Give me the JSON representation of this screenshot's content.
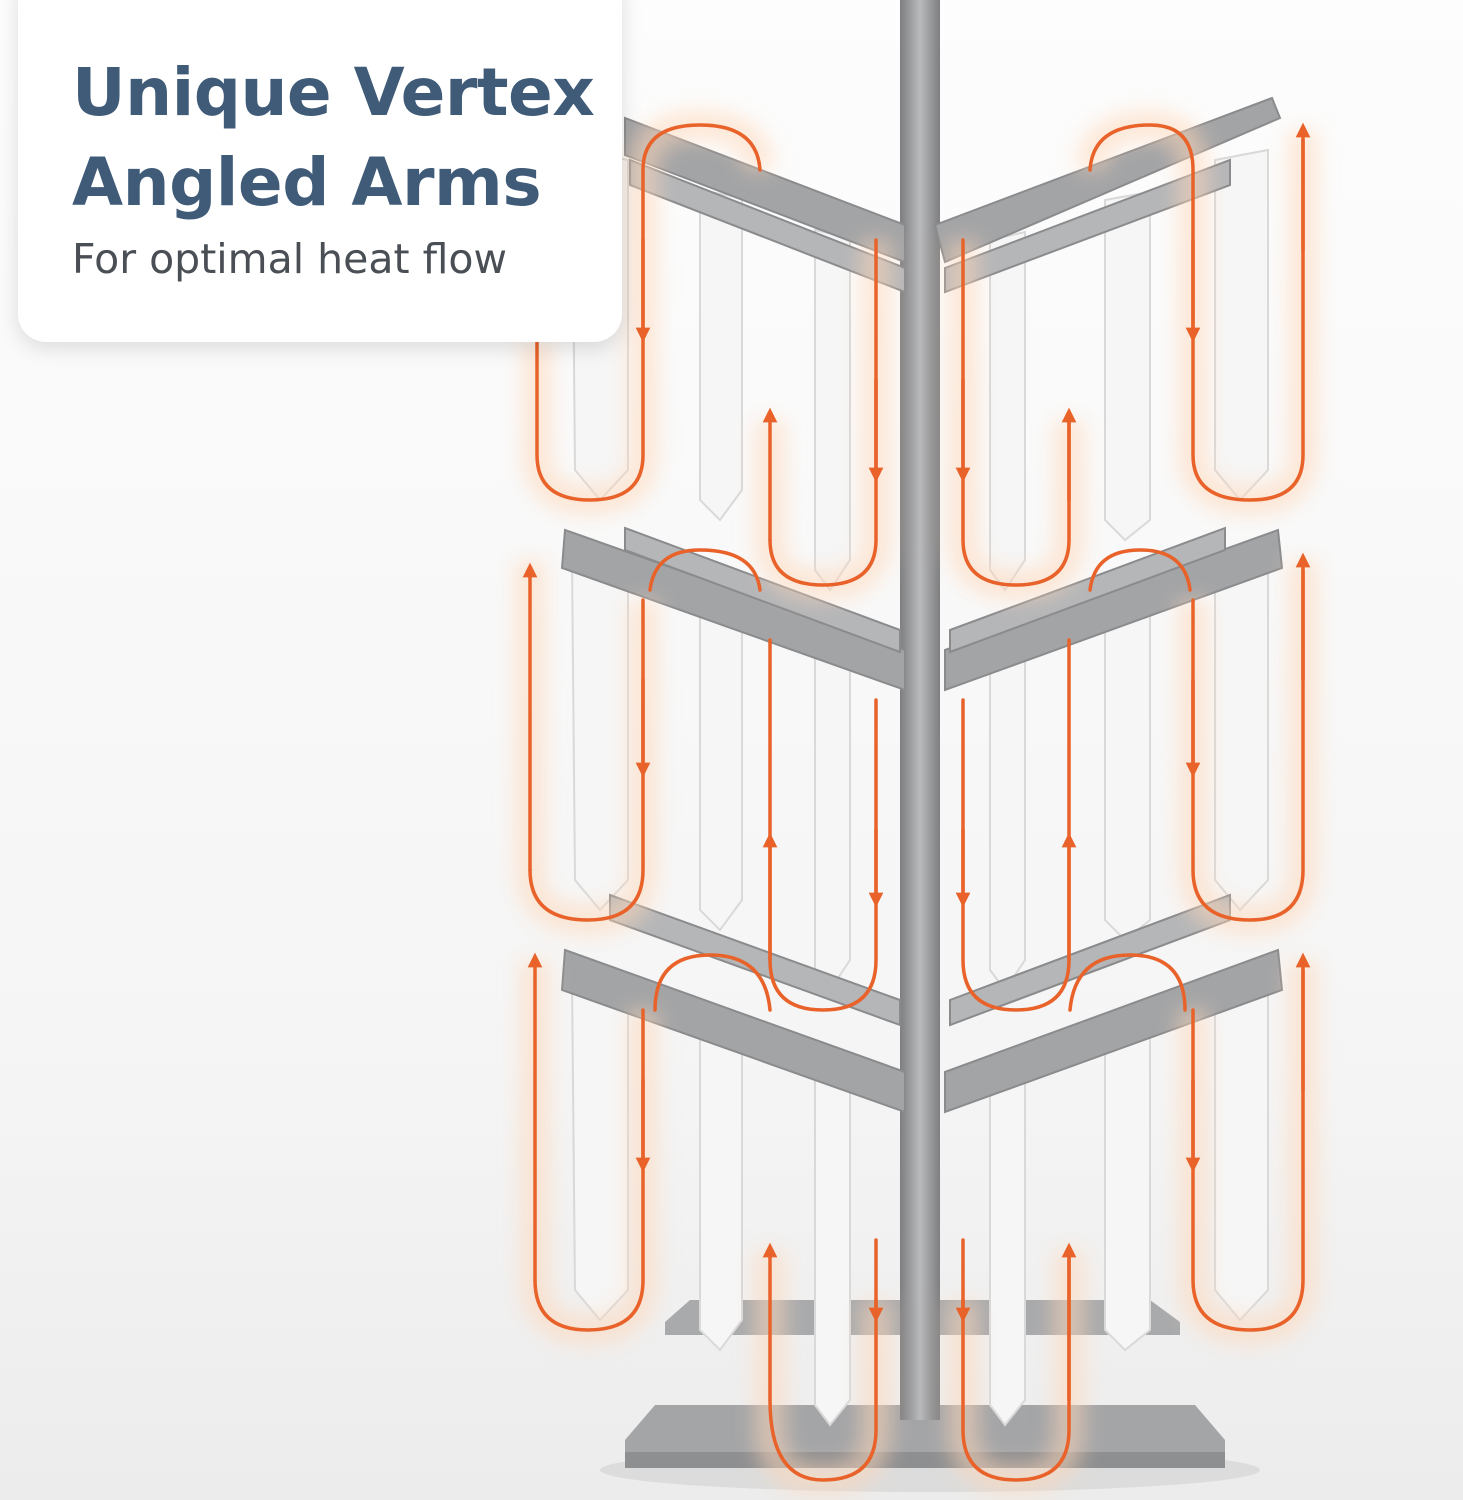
{
  "title_line1": "Unique Vertex",
  "title_line2": "Angled Arms",
  "subtitle": "For optimal heat flow",
  "colors": {
    "title": "#3f5b78",
    "subtitle": "#4a4f55",
    "heat_flow": "#e8622a",
    "rack_metal": "#9a9b9d",
    "towel": "#f4f4f4"
  },
  "icons": [
    "heat-flow-arrow-up",
    "heat-flow-arrow-down"
  ]
}
